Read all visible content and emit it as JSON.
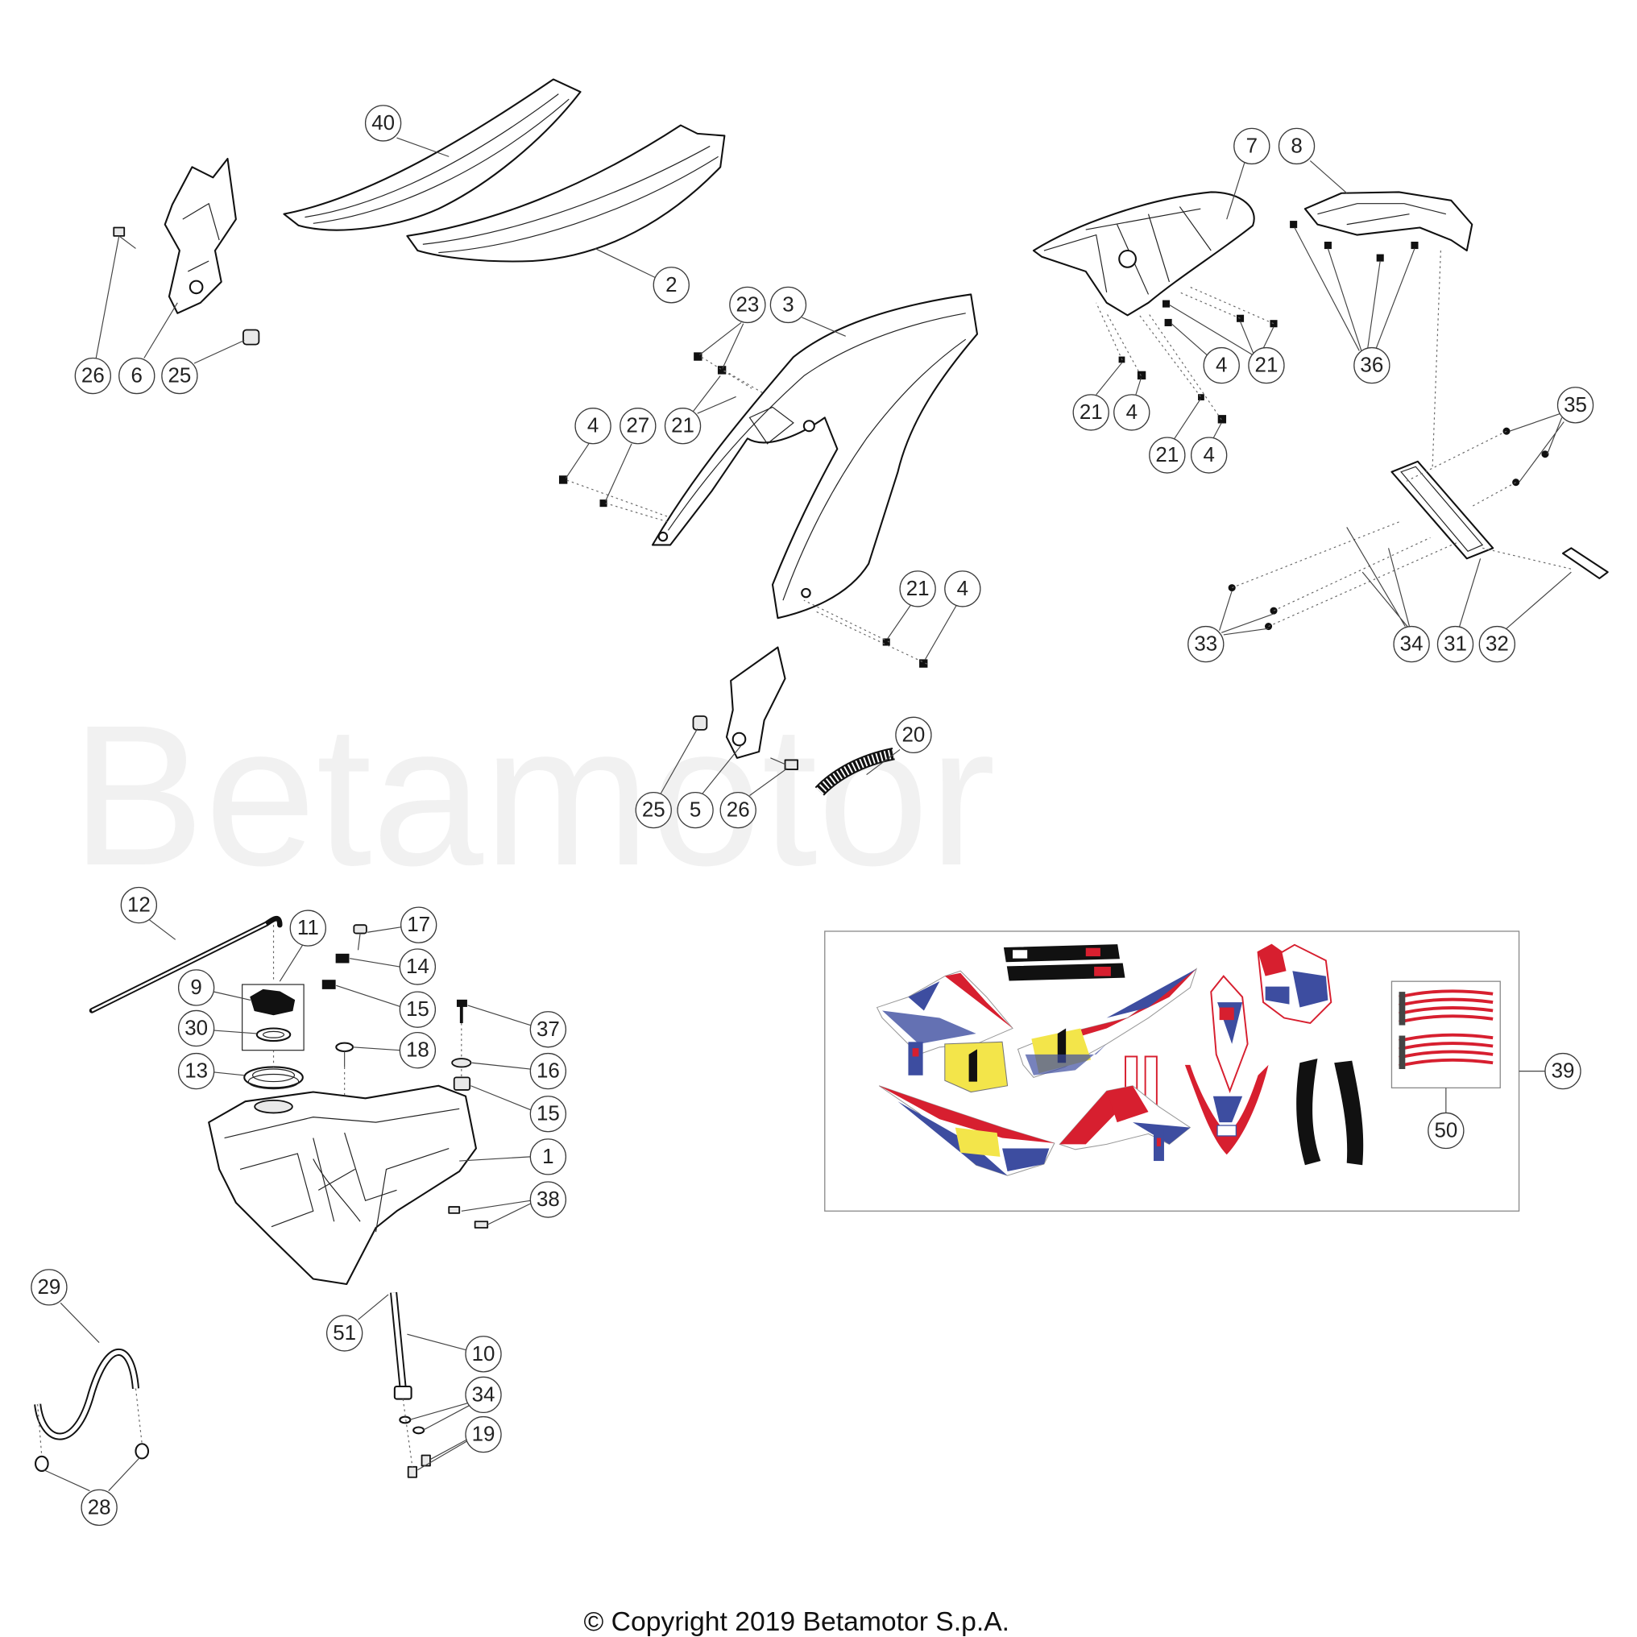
{
  "watermark": "Betamotor",
  "copyright": "© Copyright 2019 Betamotor S.p.A.",
  "callouts": [
    "40",
    "2",
    "26",
    "6",
    "25",
    "23",
    "3",
    "4",
    "27",
    "21",
    "21",
    "4",
    "20",
    "25",
    "5",
    "26",
    "7",
    "8",
    "4",
    "21",
    "36",
    "21",
    "4",
    "21",
    "4",
    "35",
    "33",
    "34",
    "31",
    "32",
    "12",
    "11",
    "17",
    "14",
    "9",
    "15",
    "30",
    "37",
    "18",
    "16",
    "13",
    "15",
    "1",
    "38",
    "39",
    "50",
    "29",
    "51",
    "10",
    "34",
    "19",
    "28"
  ],
  "colors": {
    "decal_red": "#d71f2f",
    "decal_blue": "#3d4da0",
    "decal_yellow": "#f3e54a",
    "watermark": "#f1f1f1",
    "line": "#111111"
  }
}
